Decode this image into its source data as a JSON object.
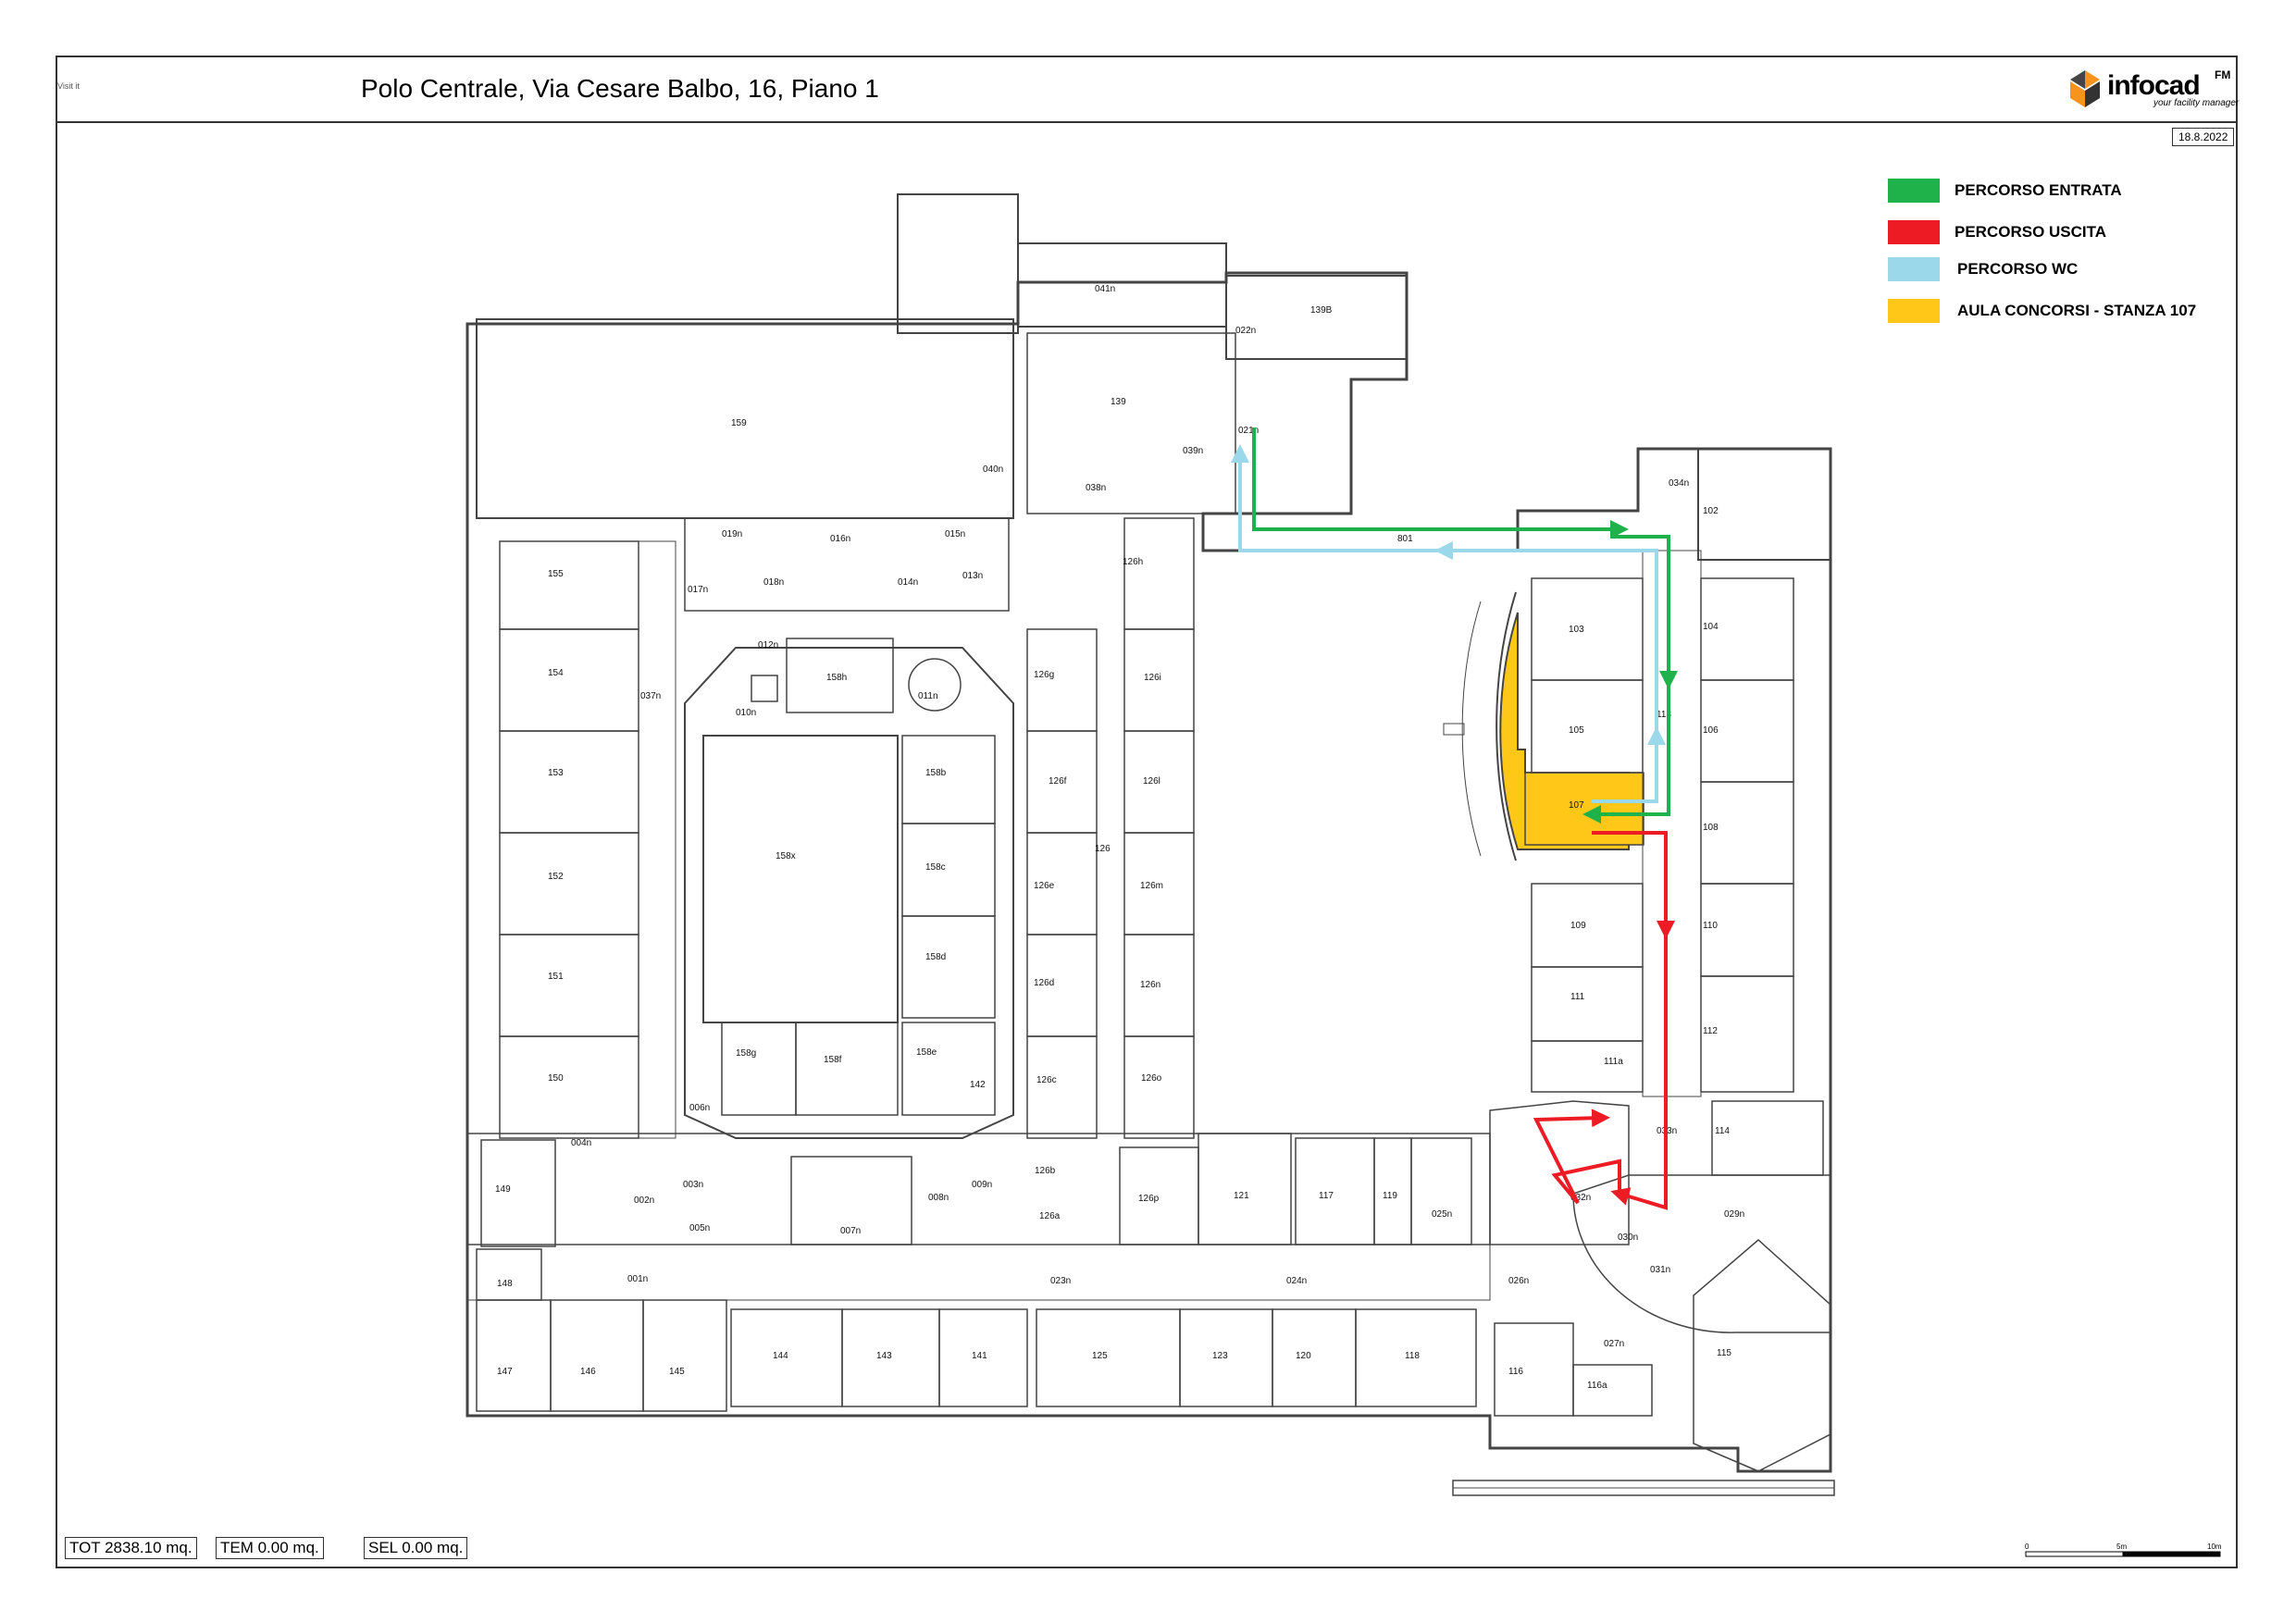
{
  "header": {
    "source_link": "Visit it",
    "title": "Polo Centrale, Via Cesare Balbo, 16, Piano 1",
    "logo_word": "infocad",
    "logo_sup": "FM",
    "logo_tagline": "your facility manager",
    "date": "18.8.2022"
  },
  "legend": [
    {
      "label": "PERCORSO ENTRATA",
      "color": "#1fb14a"
    },
    {
      "label": "PERCORSO USCITA",
      "color": "#ed1c24"
    },
    {
      "label": "PERCORSO WC",
      "color": "#9ad8ea"
    },
    {
      "label": "AULA CONCORSI - STANZA 107",
      "color": "#ffc819"
    }
  ],
  "colors": {
    "wall": "#444444",
    "entry": "#1fb14a",
    "exit": "#ed1c24",
    "wc": "#9ad8ea",
    "highlight": "#ffc819"
  },
  "rooms": {
    "r159": "159",
    "r155": "155",
    "r154": "154",
    "r153": "153",
    "r152": "152",
    "r151": "151",
    "r150": "150",
    "r149": "149",
    "r148": "148",
    "r147": "147",
    "r146": "146",
    "r145": "145",
    "r144": "144",
    "r143": "143",
    "r141": "141",
    "r125": "125",
    "r123": "123",
    "r120": "120",
    "r118": "118",
    "r116": "116",
    "r116a": "116a",
    "r115": "115",
    "r114": "114",
    "r112": "112",
    "r111": "111",
    "r111a": "111a",
    "r110": "110",
    "r109": "109",
    "r108": "108",
    "r107": "107",
    "r106": "106",
    "r105": "105",
    "r104": "104",
    "r103": "103",
    "r102": "102",
    "r139": "139",
    "r139b": "139B",
    "r041n": "041n",
    "r022n": "022n",
    "r021n": "021n",
    "r039n": "039n",
    "r040n": "040n",
    "r038n": "038n",
    "r034n": "034n",
    "r801": "801",
    "r126h": "126h",
    "r126g": "126g",
    "r126i": "126i",
    "r126f": "126f",
    "r126l": "126l",
    "r126": "126",
    "r126e": "126e",
    "r126m": "126m",
    "r126d": "126d",
    "r126n": "126n",
    "r126c": "126c",
    "r126o": "126o",
    "r126b": "126b",
    "r126a": "126a",
    "r126p": "126p",
    "r121": "121",
    "r117": "117",
    "r119": "119",
    "r025n": "025n",
    "r142": "142",
    "r009n": "009n",
    "r008n": "008n",
    "r007n": "007n",
    "r158x": "158x",
    "r158b": "158b",
    "r158c": "158c",
    "r158d": "158d",
    "r158e": "158e",
    "r158f": "158f",
    "r158g": "158g",
    "r158h": "158h",
    "r019n": "019n",
    "r016n": "016n",
    "r015n": "015n",
    "r017n": "017n",
    "r018n": "018n",
    "r014n": "014n",
    "r013n": "013n",
    "r012n": "012n",
    "r011n": "011n",
    "r010n": "010n",
    "r037n": "037n",
    "r006n": "006n",
    "r004n": "004n",
    "r003n": "003n",
    "r002n": "002n",
    "r005n": "005n",
    "r001n": "001n",
    "r023n": "023n",
    "r024n": "024n",
    "r026n": "026n",
    "r027n": "027n",
    "r029n": "029n",
    "r030n": "030n",
    "r031n": "031n",
    "r032n": "032n",
    "r033n": "033n",
    "r113": "113"
  },
  "footer": {
    "tot": "TOT 2838.10 mq.",
    "tem": "TEM 0.00 mq.",
    "sel": "SEL 0.00 mq."
  },
  "scale_bar": {
    "start": "0",
    "mid": "5m",
    "end": "10m"
  }
}
